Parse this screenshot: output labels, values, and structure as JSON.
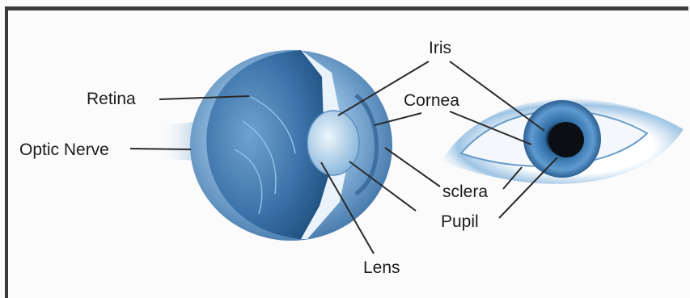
{
  "labels": {
    "iris": "Iris",
    "cornea": "Cornea",
    "retina": "Retina",
    "optic_nerve": "Optic Nerve",
    "sclera": "sclera",
    "pupil": "Pupil",
    "lens": "Lens"
  },
  "colors": {
    "eye_blue": "#3f7fb8",
    "eye_light": "#c7dff2",
    "leader_line": "#2a2a2a",
    "frame": "#3a3a3a"
  }
}
